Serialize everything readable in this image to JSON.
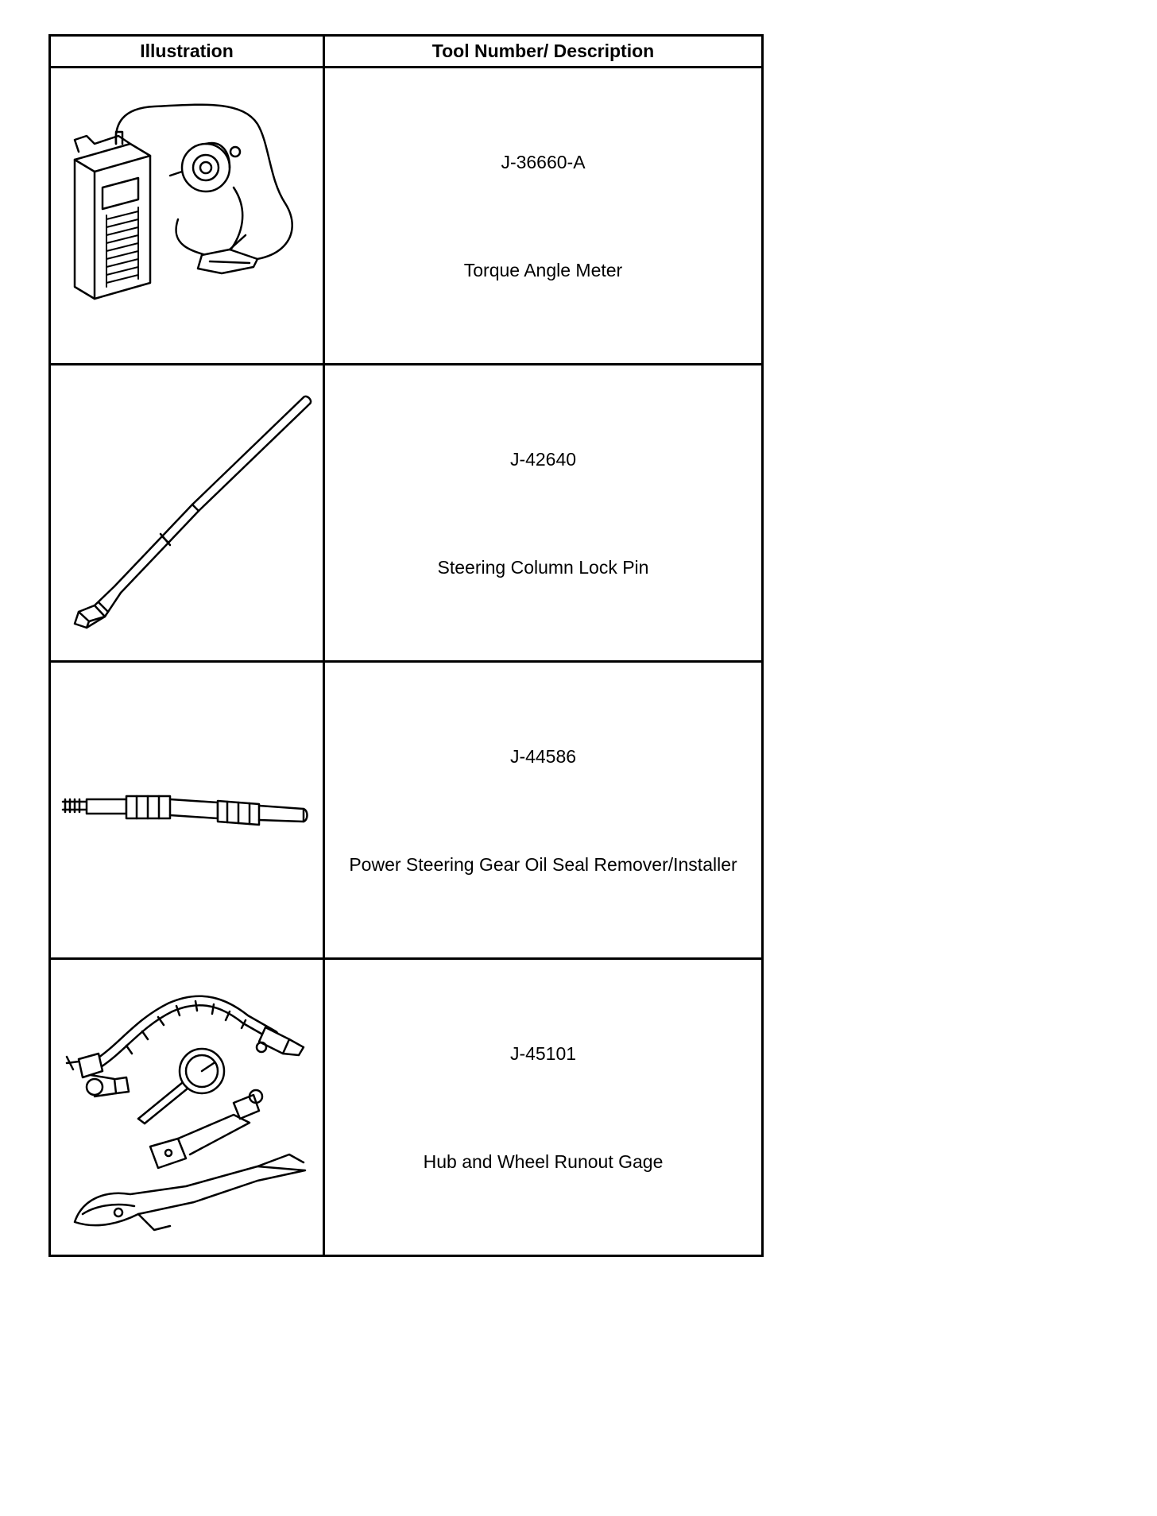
{
  "table": {
    "header": {
      "illustration": "Illustration",
      "description": "Tool Number/ Description"
    },
    "rows": [
      {
        "tool_number": "J-36660-A",
        "description": "Torque Angle Meter",
        "icon": "torque-angle-meter-icon"
      },
      {
        "tool_number": "J-42640",
        "description": "Steering Column Lock Pin",
        "icon": "lock-pin-icon"
      },
      {
        "tool_number": "J-44586",
        "description": "Power Steering Gear Oil Seal Remover/Installer",
        "icon": "seal-remover-icon"
      },
      {
        "tool_number": "J-45101",
        "description": "Hub and Wheel Runout Gage",
        "icon": "runout-gage-icon"
      }
    ]
  }
}
